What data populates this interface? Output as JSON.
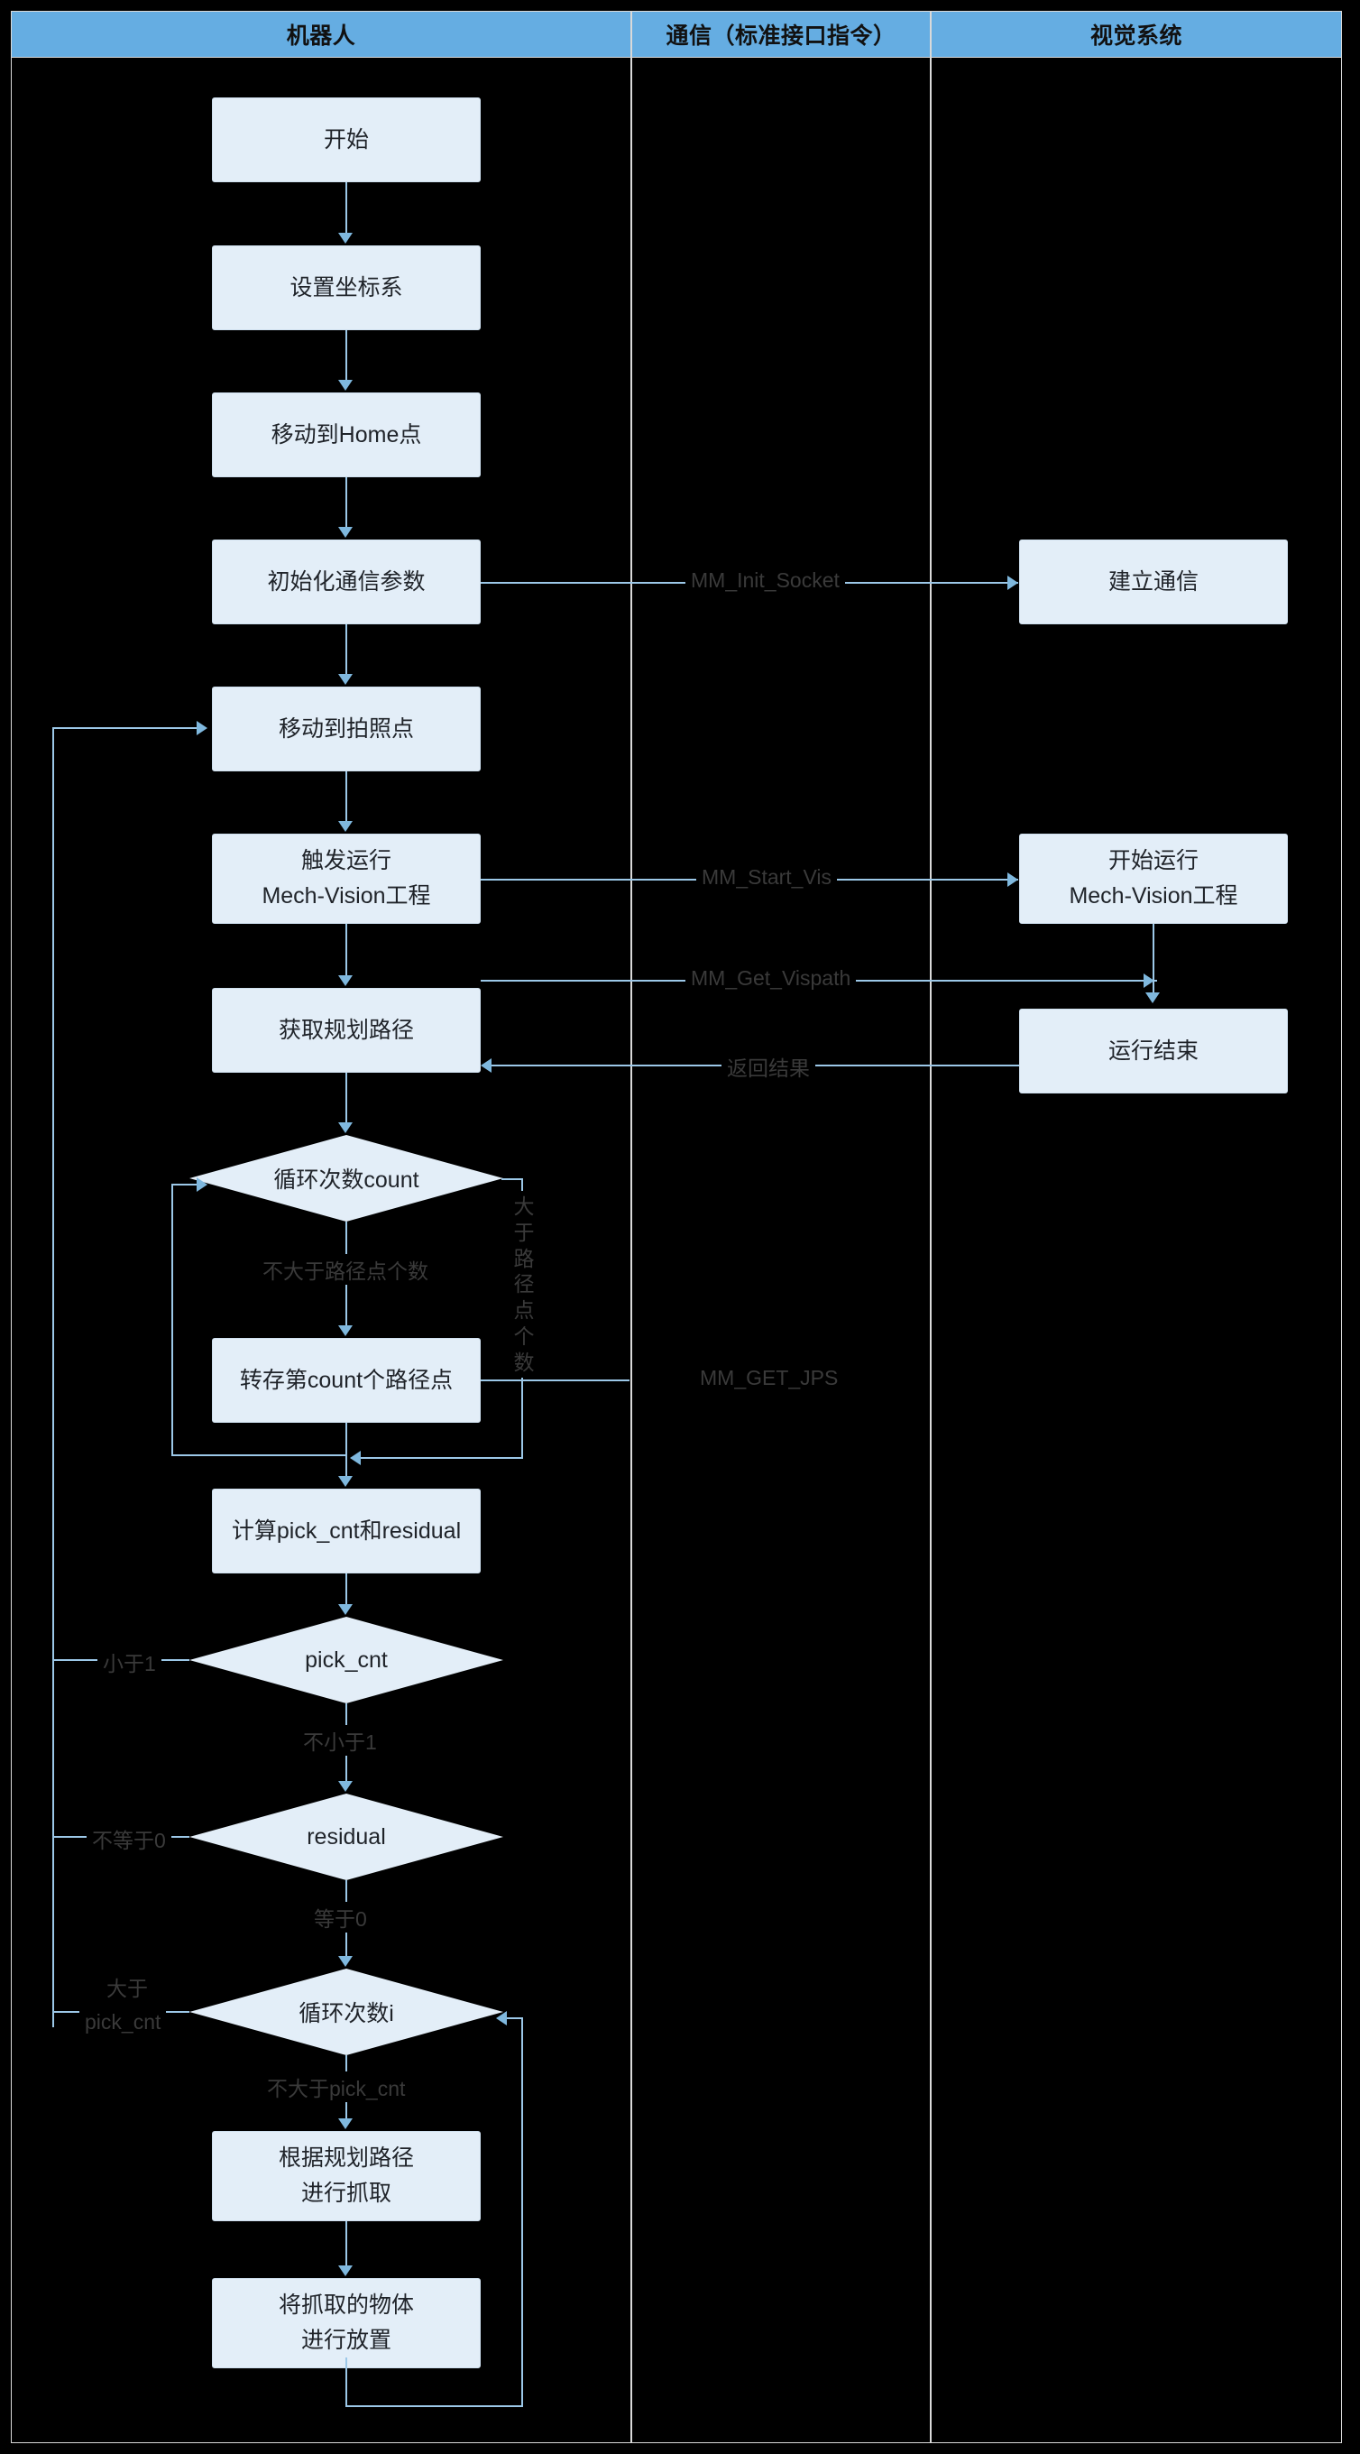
{
  "diagram": {
    "title_type": "swimlane-flowchart",
    "accent_header": "#65ADE2",
    "node_fill": "#e3eef8",
    "connector_color": "#9cc8e8",
    "background": "#000000"
  },
  "lanes": [
    {
      "id": "robot",
      "label": "机器人"
    },
    {
      "id": "comm",
      "label": "通信（标准接口指令）"
    },
    {
      "id": "vision",
      "label": "视觉系统"
    }
  ],
  "robot_nodes": {
    "start": "开始",
    "set_frame": "设置坐标系",
    "move_home": "移动到Home点",
    "init_comm": "初始化通信参数",
    "move_capture": "移动到拍照点",
    "trigger_l1": "触发运行",
    "trigger_l2": "Mech-Vision工程",
    "get_path": "获取规划路径",
    "loop_count": "循环次数count",
    "store_point": "转存第count个路径点",
    "calc": "计算pick_cnt和residual",
    "pick_cnt": "pick_cnt",
    "residual": "residual",
    "loop_i": "循环次数i",
    "grab_l1": "根据规划路径",
    "grab_l2": "进行抓取",
    "place_l1": "将抓取的物体",
    "place_l2": "进行放置"
  },
  "vision_nodes": {
    "establish": "建立通信",
    "run_l1": "开始运行",
    "run_l2": "Mech-Vision工程",
    "finish": "运行结束"
  },
  "comm_labels": {
    "init_socket": "MM_Init_Socket",
    "start_vis": "MM_Start_Vis",
    "get_vispath": "MM_Get_Vispath",
    "return": "返回结果",
    "get_jps": "MM_GET_JPS"
  },
  "edge_labels": {
    "count_not_greater": "不大于路径点个数",
    "count_greater": "大于路径点个数",
    "pick_lt1": "小于1",
    "pick_ge1": "不小于1",
    "res_ne0": "不等于0",
    "res_eq0": "等于0",
    "i_greater": "大于",
    "i_greater_2": "pick_cnt",
    "i_not_greater": "不大于pick_cnt"
  }
}
